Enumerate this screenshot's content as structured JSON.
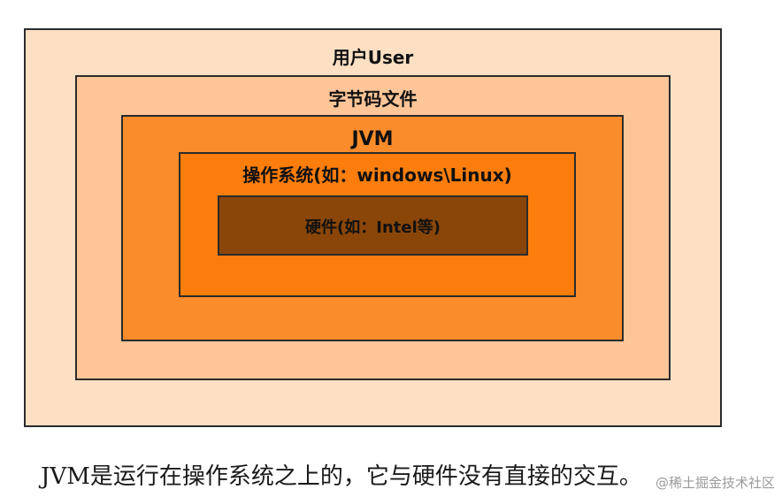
{
  "colors": {
    "user_layer": "#fde0c4",
    "bytecode_layer": "#fdc598",
    "jvm_layer": "#fb8c2b",
    "os_layer": "#fb7d0c",
    "hardware_layer": "#8a4608",
    "border": "#2b2b2b"
  },
  "diagram": {
    "layers": [
      {
        "id": "user",
        "label": "用户User"
      },
      {
        "id": "bytecode",
        "label": "字节码文件"
      },
      {
        "id": "jvm",
        "label": "JVM"
      },
      {
        "id": "os",
        "label": "操作系统(如：windows\\Linux)"
      },
      {
        "id": "hardware",
        "label": "硬件(如：Intel等)"
      }
    ]
  },
  "caption": "JVM是运行在操作系统之上的，它与硬件没有直接的交互。",
  "watermark": "@稀土掘金技术社区"
}
